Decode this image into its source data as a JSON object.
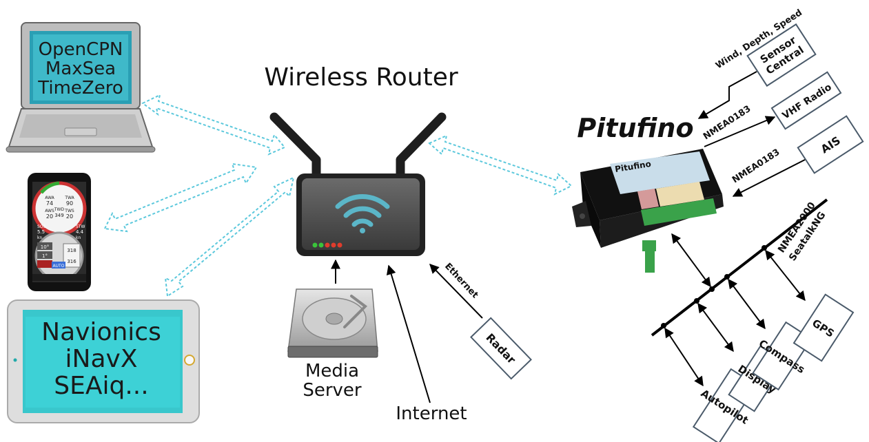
{
  "router": {
    "title": "Wireless Router"
  },
  "laptop": {
    "lines": [
      "OpenCPN",
      "MaxSea",
      "TimeZero"
    ]
  },
  "tablet": {
    "lines": [
      "Navionics",
      "iNavX",
      "SEAiq..."
    ]
  },
  "phone": {
    "top_values": [
      "AWA",
      "74",
      "AWS",
      "20",
      "TWA",
      "90",
      "TWS",
      "20",
      "TWD",
      "349"
    ],
    "side_values": [
      "SOG",
      "5.5",
      "kn",
      "STW",
      "4.4",
      "kn"
    ],
    "bottom_values": [
      "10°",
      "1°",
      "318",
      "316"
    ],
    "auto_label": "AUTO"
  },
  "media_server": {
    "line1": "Media",
    "line2": "Server"
  },
  "internet": {
    "label": "Internet"
  },
  "ethernet": {
    "label": "Ethernet"
  },
  "radar": {
    "label": "Radar"
  },
  "pitufino": {
    "title": "Pitufino",
    "device_label": "Pitufino"
  },
  "sensor": {
    "caption": "Wind, Depth, Speed",
    "box_line1": "Sensor",
    "box_line2": "Central"
  },
  "vhf": {
    "label": "VHF Radio"
  },
  "ais": {
    "label": "AIS"
  },
  "nmea0183": {
    "label1": "NMEA0183",
    "label2": "NMEA0183"
  },
  "bus": {
    "label1": "NMEA2000",
    "label2": "SeatalkNG"
  },
  "devices": [
    "Autopilot",
    "Display",
    "Compass",
    "GPS"
  ],
  "colors": {
    "dashed_link": "#5bc8dc",
    "box_border": "#4a5a6a",
    "screen": "#3dd1d6",
    "wifi": "#5bb6c8"
  }
}
